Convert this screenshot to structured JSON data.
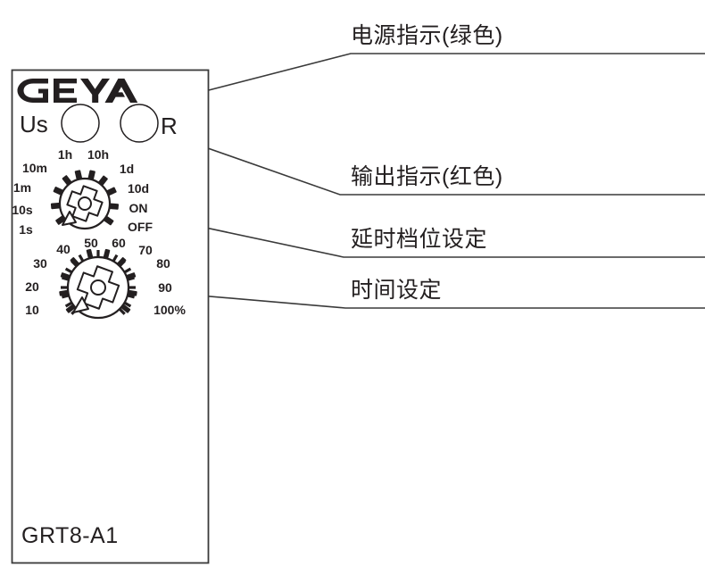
{
  "device": {
    "brand": "GEYA",
    "model_label": "GRT8-A1",
    "led_left_label": "Us",
    "led_right_label": "R"
  },
  "range_dial": {
    "name": "time-range-selector",
    "labels": [
      "1s",
      "10s",
      "1m",
      "10m",
      "1h",
      "10h",
      "1d",
      "10d",
      "ON",
      "OFF"
    ],
    "positions": 10,
    "pointer_label": "1s"
  },
  "scale_dial": {
    "name": "time-scale-selector",
    "labels": [
      "10",
      "20",
      "30",
      "40",
      "50",
      "60",
      "70",
      "80",
      "90",
      "100%"
    ],
    "positions": 10,
    "pointer_label": "10"
  },
  "callouts": [
    {
      "id": "power-indicator",
      "text": "电源指示(绿色)"
    },
    {
      "id": "output-indicator",
      "text": "输出指示(红色)"
    },
    {
      "id": "delay-range-setting",
      "text": "延时档位设定"
    },
    {
      "id": "time-setting",
      "text": "时间设定"
    }
  ],
  "colors": {
    "ink": "#231f20",
    "line": "#3a3a3a",
    "panel_border": "#3a3a3a",
    "background": "#ffffff"
  }
}
